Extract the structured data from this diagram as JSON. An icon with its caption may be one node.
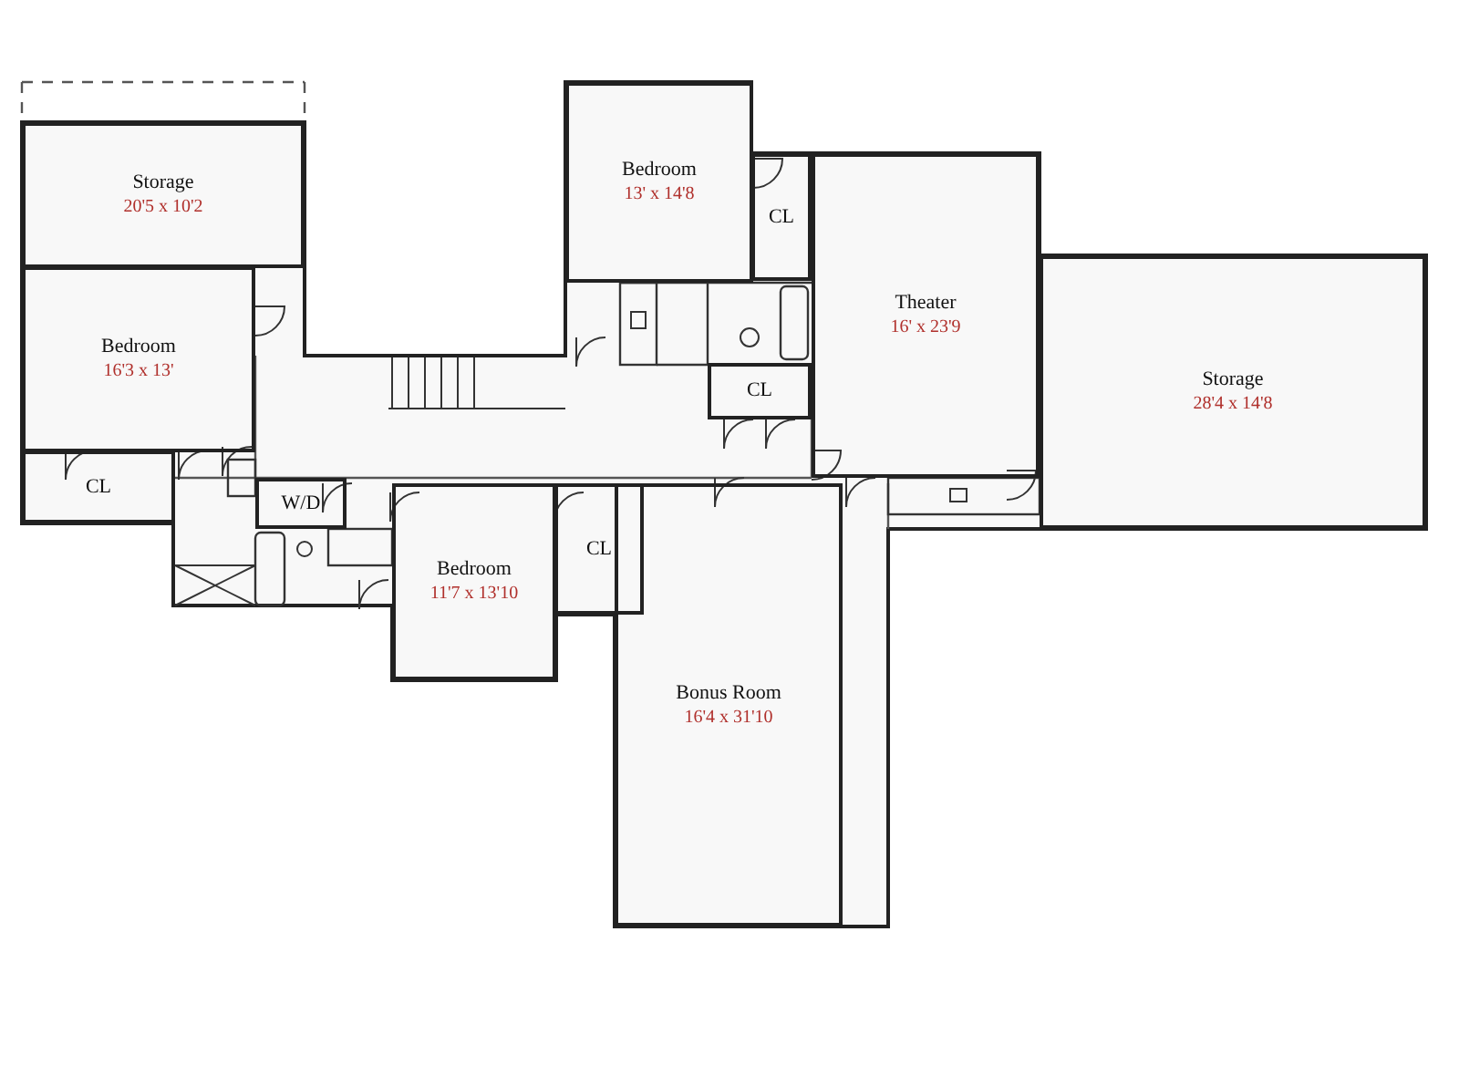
{
  "diagram": {
    "nodes": [
      {
        "text": [
          "Storage",
          "20'5 x 10'2"
        ]
      },
      {
        "text": [
          "Bedroom",
          "16'3 x 13'"
        ]
      },
      {
        "text": [
          "CL"
        ]
      },
      {
        "text": [
          "Bedroom",
          "13' x 14'8"
        ]
      },
      {
        "text": [
          "CL"
        ]
      },
      {
        "text": [
          "Theater",
          "16' x 23'9"
        ]
      },
      {
        "text": [
          "CL"
        ]
      },
      {
        "text": [
          "Storage",
          "28'4 x 14'8"
        ]
      },
      {
        "text": [
          "W/D"
        ]
      },
      {
        "text": [
          "Bedroom",
          "11'7 x 13'10"
        ]
      },
      {
        "text": [
          "CL"
        ]
      },
      {
        "text": [
          "Bonus Room",
          "16'4 x 31'10"
        ]
      }
    ],
    "edges": []
  }
}
